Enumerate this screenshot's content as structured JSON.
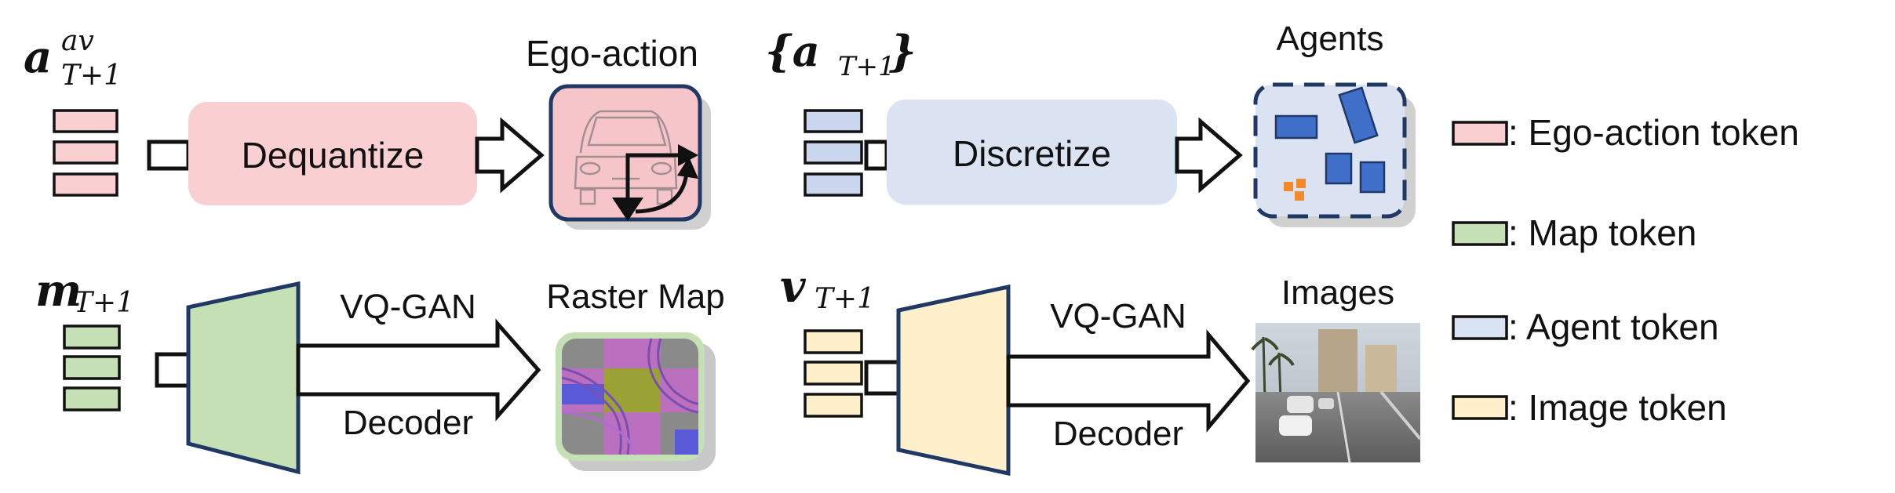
{
  "pipeline_ego": {
    "input_symbol": "a",
    "input_superscript": "av",
    "input_subscript": "T+1",
    "process_label": "Dequantize",
    "output_label": "Ego-action"
  },
  "pipeline_agents": {
    "input_symbol": "{a",
    "input_subscript": "T+1",
    "input_close": "}",
    "process_label": "Discretize",
    "output_label": "Agents"
  },
  "pipeline_map": {
    "input_symbol": "m",
    "input_subscript": "T+1",
    "decoder_top_label": "VQ-GAN",
    "decoder_bottom_label": "Decoder",
    "output_label": "Raster Map"
  },
  "pipeline_image": {
    "input_symbol": "v",
    "input_subscript": "T+1",
    "decoder_top_label": "VQ-GAN",
    "decoder_bottom_label": "Decoder",
    "output_label": "Images"
  },
  "legend": [
    {
      "label": ": Ego-action token",
      "color": "#f9cfd2"
    },
    {
      "label": ": Map token",
      "color": "#c5e0b4"
    },
    {
      "label": ": Agent token",
      "color": "#d9e3f3"
    },
    {
      "label": ": Image token",
      "color": "#fdf0cb"
    }
  ],
  "colors": {
    "ego_token": "#f9cfd2",
    "agent_token": "#c9d6ee",
    "map_token": "#c5e0b4",
    "image_token": "#fdf0cb",
    "dequantize_box": "#f9cfd2",
    "discretize_box": "#dbe3f3",
    "decoder_map": "#c5e0b4",
    "decoder_image": "#fdf0cb",
    "outline_navy": "#1f3864"
  },
  "icons": [
    "car-icon",
    "turn-arrows-icon",
    "agents-bev-icon",
    "raster-map-icon",
    "street-photo-icon"
  ]
}
